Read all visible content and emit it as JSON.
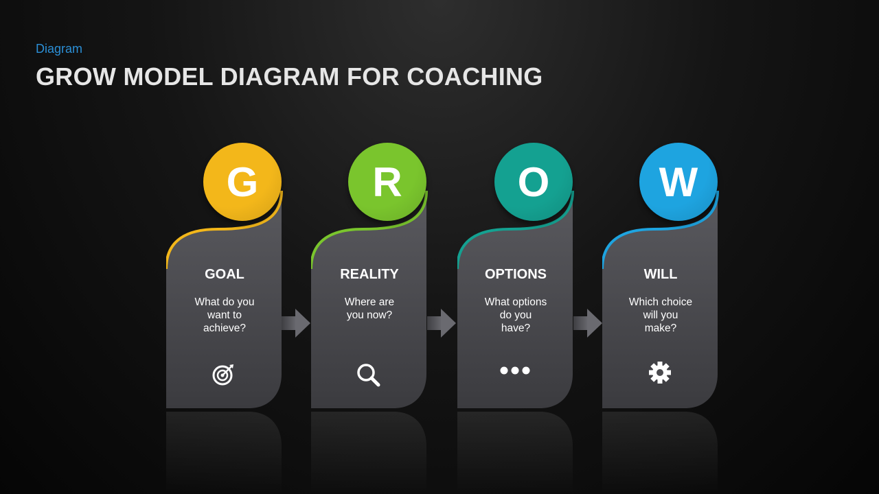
{
  "header": {
    "eyebrow": "Diagram",
    "title": "GROW MODEL DIAGRAM FOR COACHING"
  },
  "colors": {
    "accent_label": "#2b8fd6",
    "card_body": "#4a4a4e",
    "goal": "#f3b71a",
    "reality": "#7ac52d",
    "options": "#14a191",
    "will": "#1ea4e0"
  },
  "steps": [
    {
      "letter": "G",
      "label": "GOAL",
      "question": "What do you\nwant to\nachieve?",
      "icon": "target-icon",
      "color": "#f3b71a"
    },
    {
      "letter": "R",
      "label": "REALITY",
      "question": "Where are\nyou now?",
      "icon": "search-icon",
      "color": "#7ac52d"
    },
    {
      "letter": "O",
      "label": "OPTIONS",
      "question": "What options\ndo you\nhave?",
      "icon": "more-dots-icon",
      "color": "#14a191"
    },
    {
      "letter": "W",
      "label": "WILL",
      "question": "Which choice\nwill you\nmake?",
      "icon": "gear-icon",
      "color": "#1ea4e0"
    }
  ]
}
